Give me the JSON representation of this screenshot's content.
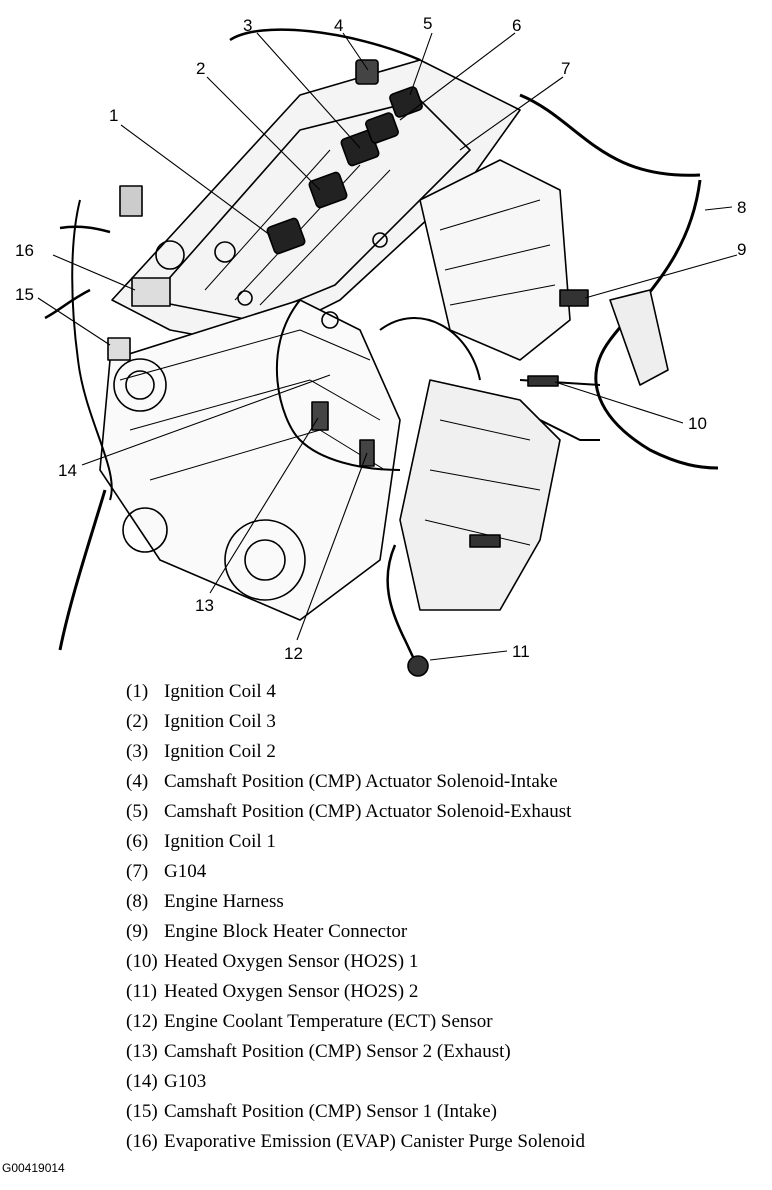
{
  "diagram": {
    "callouts": [
      "1",
      "2",
      "3",
      "4",
      "5",
      "6",
      "7",
      "8",
      "9",
      "10",
      "11",
      "12",
      "13",
      "14",
      "15",
      "16"
    ]
  },
  "legend": [
    {
      "num": "(1)",
      "text": "Ignition Coil 4"
    },
    {
      "num": "(2)",
      "text": "Ignition Coil 3"
    },
    {
      "num": "(3)",
      "text": "Ignition Coil 2"
    },
    {
      "num": "(4)",
      "text": "Camshaft Position (CMP) Actuator Solenoid-Intake"
    },
    {
      "num": "(5)",
      "text": "Camshaft Position (CMP) Actuator Solenoid-Exhaust"
    },
    {
      "num": "(6)",
      "text": "Ignition Coil 1"
    },
    {
      "num": "(7)",
      "text": "G104"
    },
    {
      "num": "(8)",
      "text": "Engine Harness"
    },
    {
      "num": "(9)",
      "text": "Engine Block Heater Connector"
    },
    {
      "num": "(10)",
      "text": "Heated Oxygen Sensor (HO2S) 1"
    },
    {
      "num": "(11)",
      "text": "Heated Oxygen Sensor (HO2S) 2"
    },
    {
      "num": "(12)",
      "text": "Engine Coolant Temperature (ECT) Sensor"
    },
    {
      "num": "(13)",
      "text": "Camshaft Position (CMP) Sensor 2 (Exhaust)"
    },
    {
      "num": "(14)",
      "text": "G103"
    },
    {
      "num": "(15)",
      "text": "Camshaft Position (CMP) Sensor 1 (Intake)"
    },
    {
      "num": "(16)",
      "text": "Evaporative Emission (EVAP) Canister Purge Solenoid"
    }
  ],
  "figure_id": "G00419014"
}
